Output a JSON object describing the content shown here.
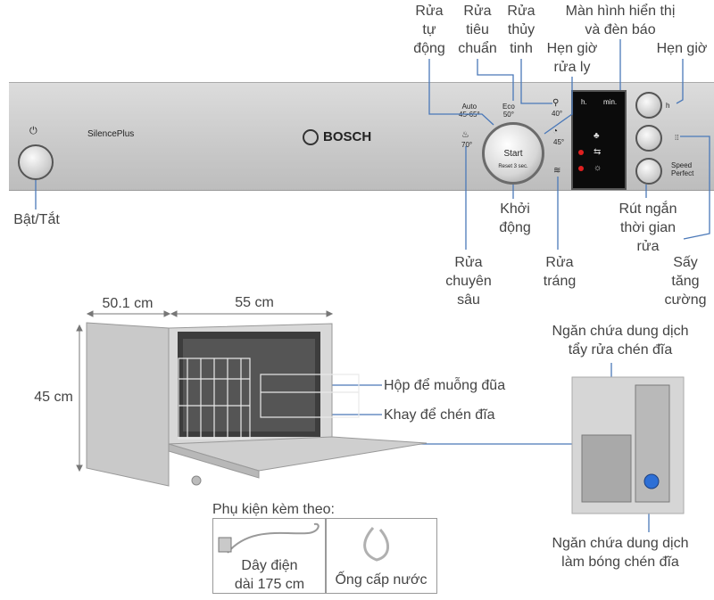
{
  "colors": {
    "panel": "#cfcfcf",
    "line": "#4a78b8",
    "text": "#444444",
    "display": "#0b0b0b",
    "led_red": "#e02020"
  },
  "panel": {
    "brand": "BOSCH",
    "model": "SilencePlus",
    "start_label": "Start",
    "reset_label": "Reset 3 sec.",
    "auto_label": "Auto\n45-65°",
    "eco_label": "Eco\n50°",
    "glass_temp": "40°",
    "quick_temp": "45°",
    "intensive_temp": "70°",
    "display_h": "h.",
    "display_min": "min.",
    "timer_icon_label": "h",
    "speed_label": "Speed\nPerfect"
  },
  "callouts": {
    "auto_wash": "Rửa\ntự\nđộng",
    "standard_wash": "Rửa\ntiêu\nchuẩn",
    "glass_wash": "Rửa\nthủy\ntinh",
    "display": "Màn hình hiển thị\nvà đèn báo",
    "glass_timer": "Hẹn giờ\nrửa ly",
    "timer": "Hẹn giờ",
    "power": "Bật/Tắt",
    "start": "Khởi\nđộng",
    "intensive": "Rửa\nchuyên\nsâu",
    "rinse": "Rửa\ntráng",
    "speed": "Rút ngắn\nthời gian\nrửa",
    "extra_dry": "Sấy\ntăng\ncường"
  },
  "dimensions": {
    "depth": "50.1 cm",
    "width": "55 cm",
    "height": "45 cm"
  },
  "parts": {
    "cutlery": "Hộp để muỗng đũa",
    "dish_rack": "Khay để chén đĩa",
    "detergent": "Ngăn chứa dung dịch\ntẩy rửa chén đĩa",
    "rinse_aid": "Ngăn chứa dung dịch\nlàm bóng chén đĩa"
  },
  "accessories": {
    "title": "Phụ kiện kèm theo:",
    "items": [
      {
        "label": "Dây điện\ndài 175 cm",
        "icon": "power-cord-icon"
      },
      {
        "label": "Ống cấp nước",
        "icon": "water-hose-icon"
      }
    ]
  }
}
